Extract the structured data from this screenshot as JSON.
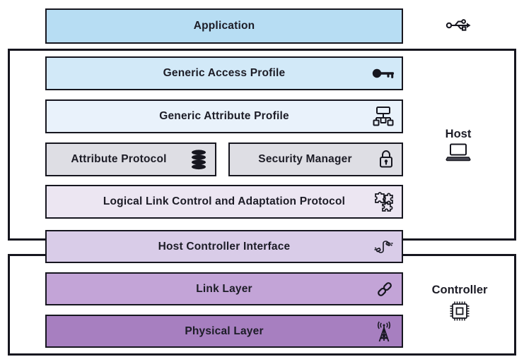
{
  "stack": {
    "application": {
      "label": "Application",
      "fill": "#b7ddf3"
    },
    "gap": {
      "label": "Generic Access Profile",
      "fill": "#d2e9f8"
    },
    "gatt": {
      "label": "Generic Attribute Profile",
      "fill": "#e9f2fb"
    },
    "att": {
      "label": "Attribute Protocol",
      "fill": "#dedee4"
    },
    "smp": {
      "label": "Security Manager",
      "fill": "#dedee4"
    },
    "l2cap": {
      "label": "Logical Link Control and Adaptation Protocol",
      "fill": "#ece6f2"
    },
    "hci": {
      "label": "Host Controller Interface",
      "fill": "#d9cce8"
    },
    "link": {
      "label": "Link Layer",
      "fill": "#c3a4d7"
    },
    "phy": {
      "label": "Physical Layer",
      "fill": "#a77fc0"
    }
  },
  "groups": {
    "host": {
      "label": "Host"
    },
    "controller": {
      "label": "Controller"
    }
  },
  "icons": {
    "application": "usb-icon",
    "gap": "key-icon",
    "gatt": "sitemap-icon",
    "att": "database-icon",
    "smp": "lock-icon",
    "l2cap": "puzzle-icon",
    "hci": "cable-icon",
    "link": "chain-link-icon",
    "phy": "antenna-icon",
    "host": "laptop-icon",
    "controller": "chip-icon"
  },
  "colors": {
    "outline": "#16161f",
    "text": "#1c1c26",
    "background": "#ffffff"
  }
}
